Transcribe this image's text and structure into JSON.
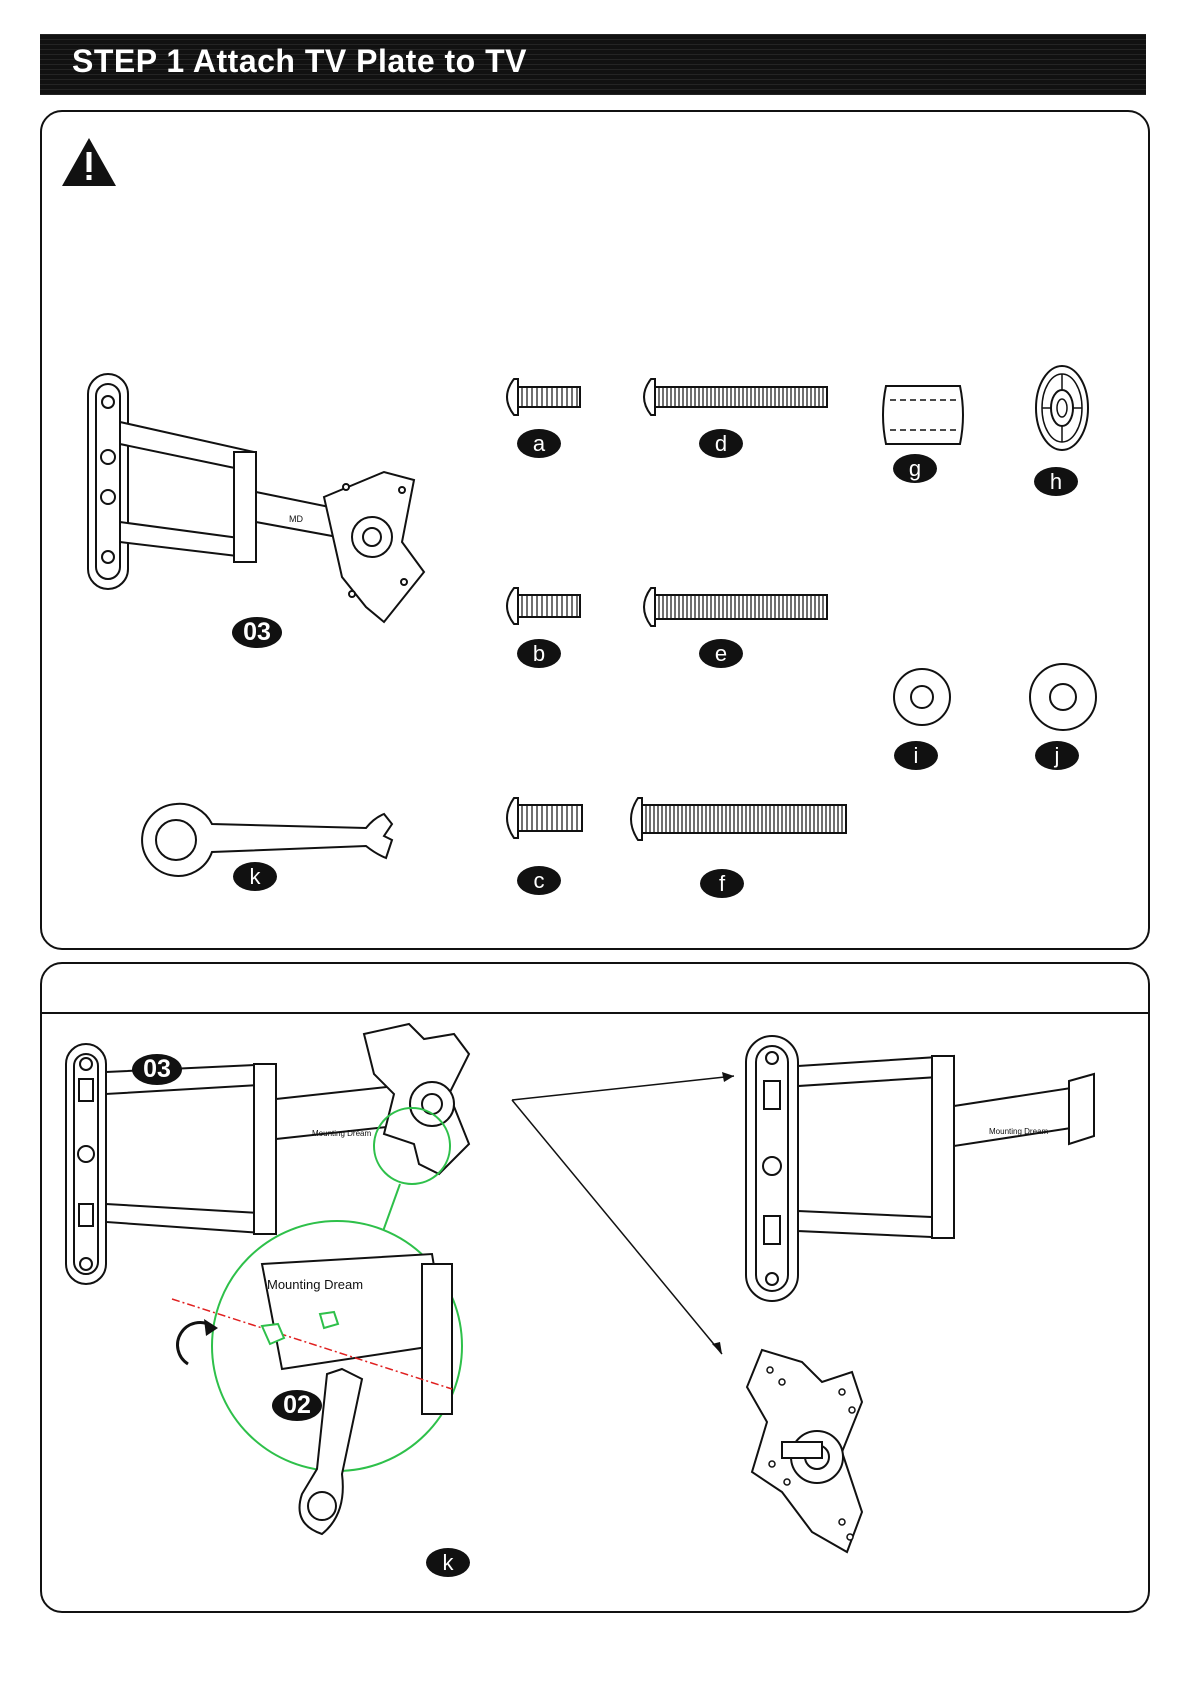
{
  "step": {
    "title": "STEP 1 Attach TV Plate to TV"
  },
  "parts": {
    "arm": "03",
    "a": "a",
    "b": "b",
    "c": "c",
    "d": "d",
    "e": "e",
    "f": "f",
    "g": "g",
    "h": "h",
    "i": "i",
    "j": "j",
    "k": "k"
  },
  "diagram": {
    "arm_label": "03",
    "nut_label": "02",
    "wrench_label": "k",
    "brand_text": "Mounting Dream",
    "callout_color": "#2ec04a",
    "axis_color": "#e02020"
  }
}
